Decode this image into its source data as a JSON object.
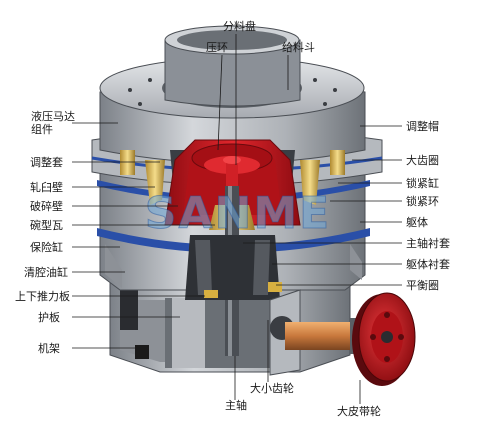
{
  "watermark": "SANME",
  "labels_top": {
    "distributor_plate": "分料盘",
    "mantle_ring": "压环",
    "feed_hopper": "给料斗"
  },
  "labels_left": {
    "hydraulic_motor": "液压马达\n组件",
    "adjusting_sleeve": "调整套",
    "roll_mortar_wall": "轧臼壁",
    "crushing_wall": "破碎壁",
    "bowl_bearing": "碗型瓦",
    "safety_cylinder": "保险缸",
    "clearing_cylinder": "清腔油缸",
    "thrust_plate": "上下推力板",
    "guard_plate": "护板",
    "frame": "机架"
  },
  "labels_right": {
    "adjusting_cap": "调整帽",
    "large_gear_ring": "大齿圈",
    "lock_cylinder": "锁紧缸",
    "lock_ring": "锁紧环",
    "body": "躯体",
    "main_shaft_liner": "主轴衬套",
    "body_liner": "躯体衬套",
    "balance_ring": "平衡圈"
  },
  "labels_bottom": {
    "main_shaft": "主轴",
    "gear_pair": "大小齿轮",
    "large_pulley": "大皮带轮"
  },
  "colors": {
    "steel_light": "#c9ccd0",
    "steel_mid": "#9a9ea4",
    "steel_dark": "#5f646a",
    "red": "#c8141c",
    "blue": "#2a4fa8",
    "gold": "#e0c060",
    "copper": "#c8783c"
  }
}
